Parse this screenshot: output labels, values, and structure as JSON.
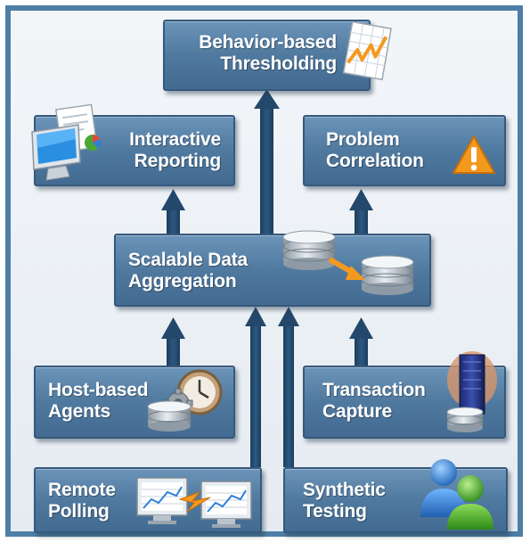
{
  "nodes": {
    "behavior_thresholding": {
      "line1": "Behavior-based",
      "line2": "Thresholding",
      "icon": "line-chart-document-icon"
    },
    "interactive_reporting": {
      "line1": "Interactive",
      "line2": "Reporting",
      "icon": "monitor-report-icon"
    },
    "problem_correlation": {
      "line1": "Problem",
      "line2": "Correlation",
      "icon": "warning-triangle-icon"
    },
    "scalable_aggregation": {
      "line1": "Scalable Data",
      "line2": "Aggregation",
      "icon": "database-transfer-icon"
    },
    "host_agents": {
      "line1": "Host-based",
      "line2": "Agents",
      "icon": "gear-clock-database-icon"
    },
    "transaction_capture": {
      "line1": "Transaction",
      "line2": "Capture",
      "icon": "server-database-icon"
    },
    "remote_polling": {
      "line1": "Remote",
      "line2": "Polling",
      "icon": "monitors-lightning-icon"
    },
    "synthetic_testing": {
      "line1": "Synthetic",
      "line2": "Testing",
      "icon": "users-icon"
    }
  },
  "colors": {
    "frame": "#4e7ea6",
    "box": "#50799f",
    "arrow": "#23486b",
    "accent_orange": "#f39a1e",
    "user_blue": "#2f7fd8",
    "user_green": "#4aa832"
  }
}
